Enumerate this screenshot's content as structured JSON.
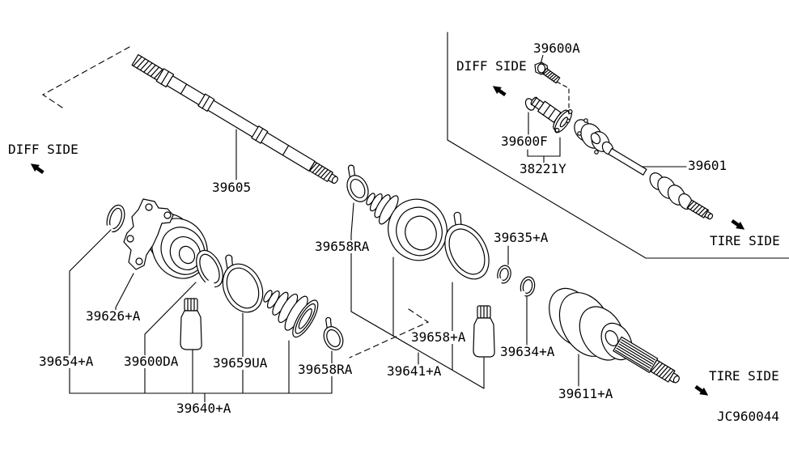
{
  "colors": {
    "line": "#000000",
    "background": "#ffffff"
  },
  "labels": {
    "p39600A": "39600A",
    "diffSideInset": "DIFF SIDE",
    "p39600F": "39600F",
    "p38221Y": "38221Y",
    "p39601": "39601",
    "tireSideInset": "TIRE SIDE",
    "diffSideMain": "DIFF SIDE",
    "p39605": "39605",
    "p39658RA_upper": "39658RA",
    "p39635A": "39635+A",
    "p39626A": "39626+A",
    "p39654A": "39654+A",
    "p39600DA": "39600DA",
    "p39659UA": "39659UA",
    "p39658RA_lower": "39658RA",
    "p39658A": "39658+A",
    "p39641A": "39641+A",
    "p39634A": "39634+A",
    "p39611A": "39611+A",
    "tireSideMain": "TIRE SIDE",
    "p39640A": "39640+A",
    "drawingCode": "JC960044"
  }
}
